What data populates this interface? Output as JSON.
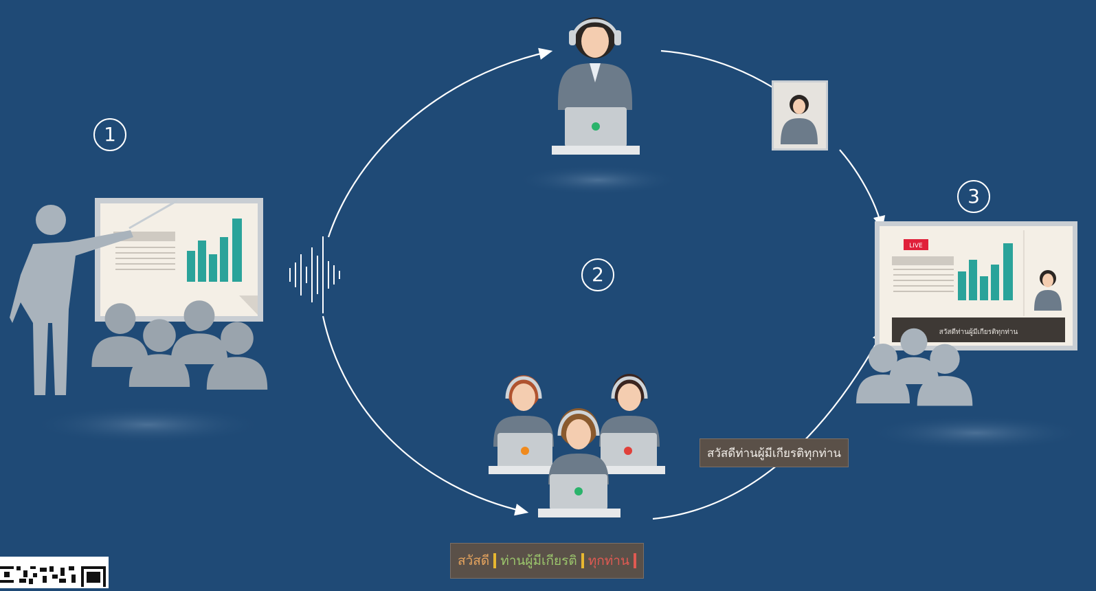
{
  "steps": [
    "1",
    "2",
    "3"
  ],
  "caption_mid": "สวัสดีท่านผู้มีเกียรติทุกท่าน",
  "caption_bottom": {
    "seg1": "สวัสดี",
    "seg2": "ท่านผู้มีเกียรติ",
    "seg3": "ทุกท่าน"
  },
  "screen_subtitle": "สวัสดีท่านผู้มีเกียรติทุกท่าน",
  "live_badge": "LIVE",
  "colors": {
    "background": "#1f4a76",
    "person_gray": "#a9b3bc",
    "chart_teal": "#2aa39a",
    "suit": "#6c7b8a",
    "caption_bg": "#5a5048"
  }
}
